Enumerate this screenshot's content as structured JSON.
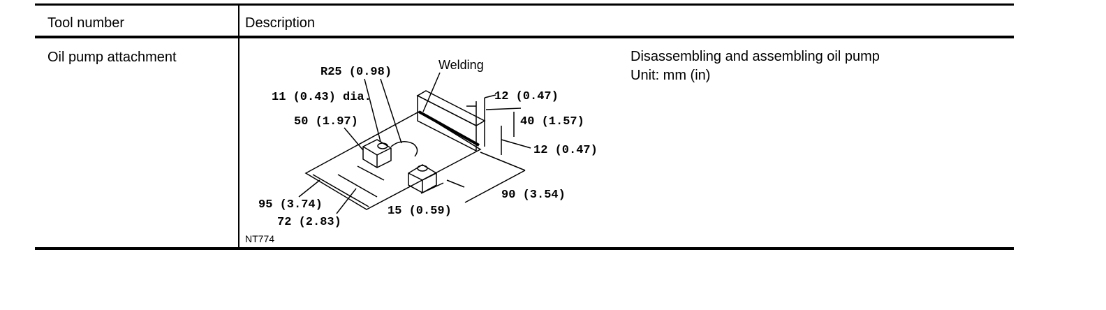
{
  "table": {
    "headers": {
      "tool_number": "Tool number",
      "description": "Description"
    },
    "row": {
      "tool_name": "Oil pump attachment",
      "purpose": "Disassembling and assembling oil pump",
      "unit": "Unit: mm (in)",
      "figure_id": "NT774"
    }
  },
  "drawing": {
    "labels": {
      "r25": "R25 (0.98)",
      "welding": "Welding",
      "dia": "11 (0.43) dia.",
      "d50": "50 (1.97)",
      "d12a": "12 (0.47)",
      "d40": "40 (1.57)",
      "d12b": "12 (0.47)",
      "d95": "95 (3.74)",
      "d72": "72 (2.83)",
      "d15": "15 (0.59)",
      "d90": "90 (3.54)"
    }
  }
}
